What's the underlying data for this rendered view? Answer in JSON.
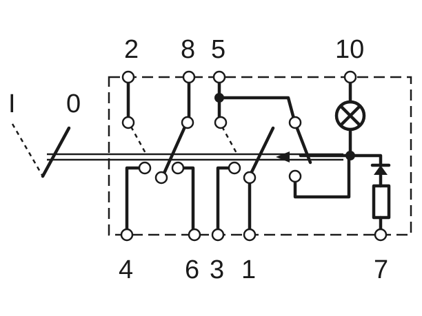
{
  "labels": {
    "pos_on": "I",
    "pos_off": "0",
    "t2": "2",
    "t8": "8",
    "t5": "5",
    "t10": "10",
    "t4": "4",
    "t6": "6",
    "t3": "3",
    "t1": "1",
    "t7": "7"
  },
  "colors": {
    "line": "#1a1a1a",
    "background": "#ffffff"
  }
}
